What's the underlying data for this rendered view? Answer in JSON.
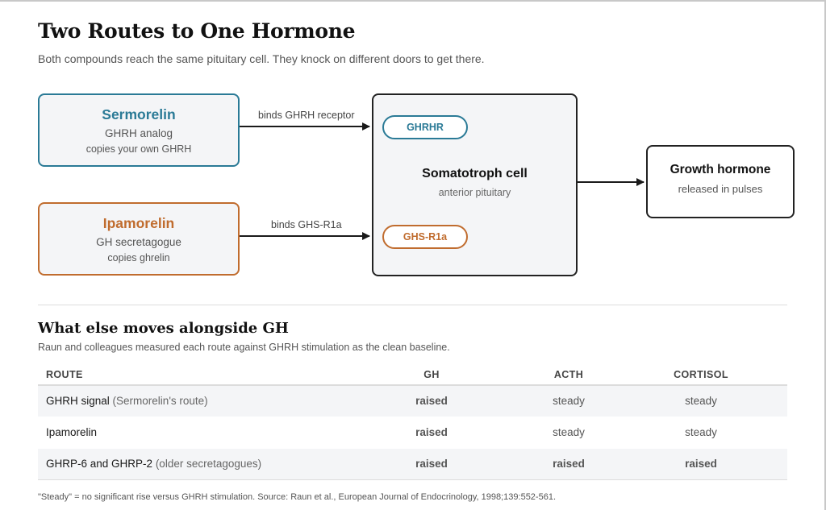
{
  "header": {
    "title": "Two Routes to One Hormone",
    "subtitle": "Both compounds reach the same pituitary cell. They knock on different doors to get there."
  },
  "diagram": {
    "sermorelin": {
      "name": "Sermorelin",
      "line2": "GHRH analog",
      "line3": "copies your own GHRH",
      "color": "#2a7a96"
    },
    "ipamorelin": {
      "name": "Ipamorelin",
      "line2": "GH secretagogue",
      "line3": "copies ghrelin",
      "color": "#c06c2e"
    },
    "edge_sermorelin": "binds GHRH receptor",
    "edge_ipamorelin": "binds GHS-R1a",
    "cell": {
      "name": "Somatotroph cell",
      "sub": "anterior pituitary"
    },
    "receptor_ghrhr": "GHRHR",
    "receptor_ghs": "GHS-R1a",
    "output": {
      "name": "Growth hormone",
      "sub": "released in pulses"
    }
  },
  "effects": {
    "title": "What else moves alongside GH",
    "subtitle": "Raun and colleagues measured each route against GHRH stimulation as the clean baseline.",
    "columns": [
      "ROUTE",
      "GH",
      "ACTH",
      "CORTISOL"
    ],
    "rows": [
      {
        "route": "GHRH signal",
        "note": "(Sermorelin's route)",
        "gh": "raised",
        "acth": "steady",
        "cortisol": "steady"
      },
      {
        "route": "Ipamorelin",
        "note": "",
        "gh": "raised",
        "acth": "steady",
        "cortisol": "steady"
      },
      {
        "route": "GHRP-6 and GHRP-2",
        "note": "(older secretagogues)",
        "gh": "raised",
        "acth": "raised",
        "cortisol": "raised"
      }
    ],
    "footnote": "\"Steady\" = no significant rise versus GHRH stimulation. Source: Raun et al., European Journal of Endocrinology, 1998;139:552-561."
  }
}
